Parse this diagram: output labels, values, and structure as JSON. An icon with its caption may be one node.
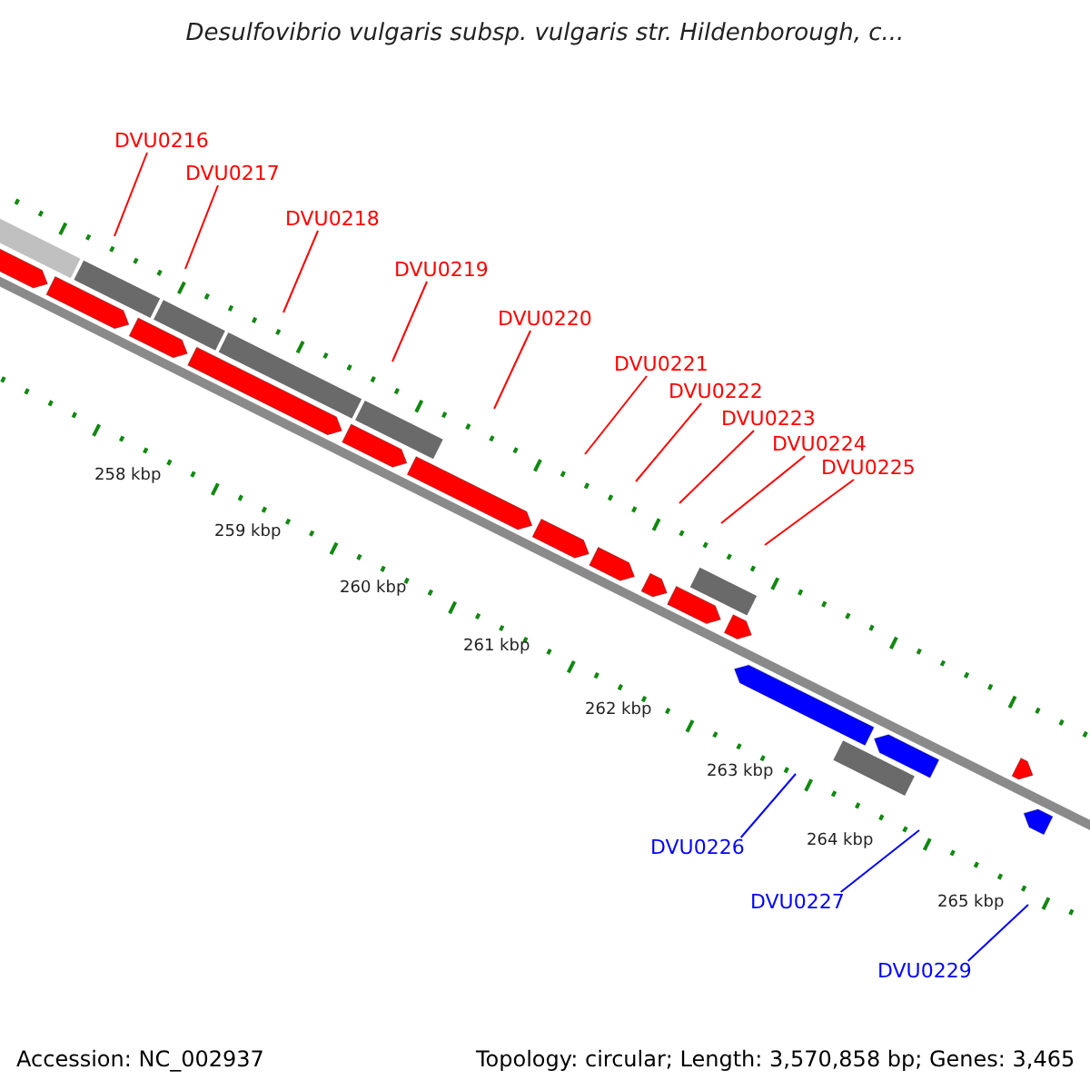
{
  "diagram": {
    "title": "Desulfovibrio vulgaris subsp. vulgaris str. Hildenborough, c...",
    "nodes": [
      {
        "text": [
          "DVU0216"
        ]
      },
      {
        "text": [
          "DVU0217"
        ]
      },
      {
        "text": [
          "DVU0218"
        ]
      },
      {
        "text": [
          "DVU0219"
        ]
      },
      {
        "text": [
          "DVU0220"
        ]
      },
      {
        "text": [
          "DVU0221"
        ]
      },
      {
        "text": [
          "DVU0222"
        ]
      },
      {
        "text": [
          "DVU0223"
        ]
      },
      {
        "text": [
          "DVU0224"
        ]
      },
      {
        "text": [
          "DVU0225"
        ]
      },
      {
        "text": [
          "DVU0226"
        ]
      },
      {
        "text": [
          "DVU0227"
        ]
      },
      {
        "text": [
          "DVU0229"
        ]
      }
    ],
    "edges": [
      {
        "from": 0,
        "to": null,
        "arrow": "none"
      },
      {
        "from": 1,
        "to": null,
        "arrow": "none"
      },
      {
        "from": 2,
        "to": null,
        "arrow": "none"
      },
      {
        "from": 3,
        "to": null,
        "arrow": "none"
      },
      {
        "from": 4,
        "to": null,
        "arrow": "none"
      },
      {
        "from": 5,
        "to": null,
        "arrow": "none"
      },
      {
        "from": 6,
        "to": null,
        "arrow": "none"
      },
      {
        "from": 7,
        "to": null,
        "arrow": "none"
      },
      {
        "from": 8,
        "to": null,
        "arrow": "none"
      },
      {
        "from": 9,
        "to": null,
        "arrow": "none"
      },
      {
        "from": 10,
        "to": null,
        "arrow": "none",
        "color": "#0000ff"
      },
      {
        "from": 11,
        "to": null,
        "arrow": "none",
        "color": "#0000ff"
      },
      {
        "from": 12,
        "to": null,
        "arrow": "none",
        "color": "#0000ff"
      }
    ],
    "labels": [
      "258 kbp",
      "259 kbp",
      "260 kbp",
      "261 kbp",
      "262 kbp",
      "263 kbp",
      "264 kbp",
      "265 kbp",
      "Accession: NC_002937",
      "Topology: circular; Length: 3,570,858 bp; Genes: 3,465"
    ]
  }
}
